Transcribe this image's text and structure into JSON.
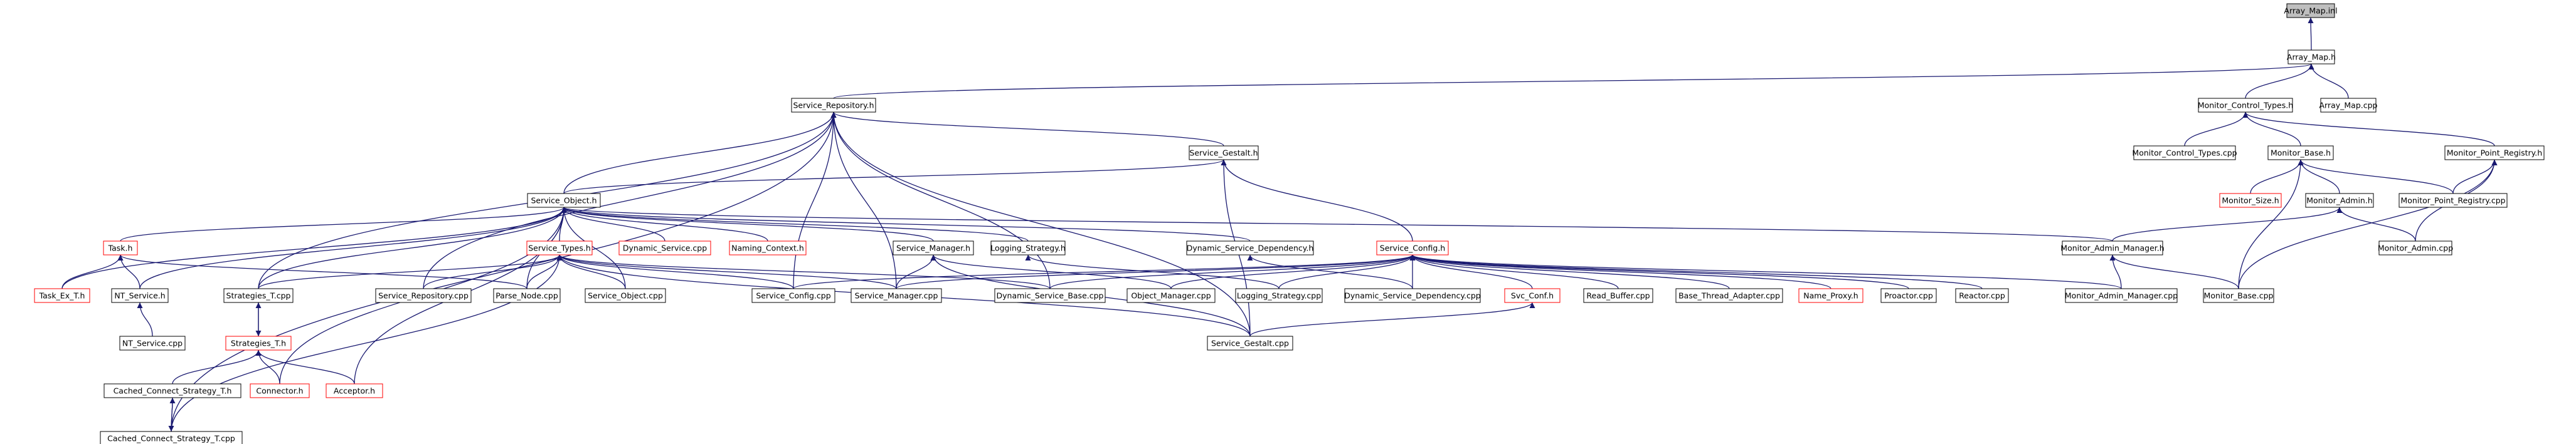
{
  "diagram": {
    "title": "Array_Map.inl",
    "colors": {
      "edge": "#191970",
      "border_normal": "#000000",
      "border_red": "#ff0000",
      "root_fill": "#bfbfbf",
      "node_fill": "#ffffff",
      "text": "#000000"
    },
    "nodes": [
      {
        "id": "n_array_map_inl",
        "label": "Array_Map.inl",
        "style": "root"
      },
      {
        "id": "n_array_map_h",
        "label": "Array_Map.h",
        "style": "normal"
      },
      {
        "id": "n_service_repository_h",
        "label": "Service_Repository.h",
        "style": "normal"
      },
      {
        "id": "n_monitor_control_types_h",
        "label": "Monitor_Control_Types.h",
        "style": "normal"
      },
      {
        "id": "n_array_map_cpp",
        "label": "Array_Map.cpp",
        "style": "normal"
      },
      {
        "id": "n_service_gestalt_h",
        "label": "Service_Gestalt.h",
        "style": "normal"
      },
      {
        "id": "n_monitor_control_types_cpp",
        "label": "Monitor_Control_Types.cpp",
        "style": "normal"
      },
      {
        "id": "n_monitor_base_h",
        "label": "Monitor_Base.h",
        "style": "normal"
      },
      {
        "id": "n_monitor_point_registry_h",
        "label": "Monitor_Point_Registry.h",
        "style": "normal"
      },
      {
        "id": "n_service_object_h",
        "label": "Service_Object.h",
        "style": "normal"
      },
      {
        "id": "n_monitor_size_h",
        "label": "Monitor_Size.h",
        "style": "red"
      },
      {
        "id": "n_monitor_admin_h",
        "label": "Monitor_Admin.h",
        "style": "normal"
      },
      {
        "id": "n_monitor_point_registry_cpp",
        "label": "Monitor_Point_Registry.cpp",
        "style": "normal"
      },
      {
        "id": "n_task_h",
        "label": "Task.h",
        "style": "red"
      },
      {
        "id": "n_service_types_h",
        "label": "Service_Types.h",
        "style": "red"
      },
      {
        "id": "n_dynamic_service_cpp",
        "label": "Dynamic_Service.cpp",
        "style": "red"
      },
      {
        "id": "n_naming_context_h",
        "label": "Naming_Context.h",
        "style": "red"
      },
      {
        "id": "n_service_manager_h",
        "label": "Service_Manager.h",
        "style": "normal"
      },
      {
        "id": "n_logging_strategy_h",
        "label": "Logging_Strategy.h",
        "style": "normal"
      },
      {
        "id": "n_dynamic_service_dependency_h",
        "label": "Dynamic_Service_Dependency.h",
        "style": "normal"
      },
      {
        "id": "n_service_config_h",
        "label": "Service_Config.h",
        "style": "red"
      },
      {
        "id": "n_monitor_admin_manager_h",
        "label": "Monitor_Admin_Manager.h",
        "style": "normal"
      },
      {
        "id": "n_monitor_admin_cpp",
        "label": "Monitor_Admin.cpp",
        "style": "normal"
      },
      {
        "id": "n_task_ex_t_h",
        "label": "Task_Ex_T.h",
        "style": "red"
      },
      {
        "id": "n_nt_service_h",
        "label": "NT_Service.h",
        "style": "normal"
      },
      {
        "id": "n_strategies_t_cpp",
        "label": "Strategies_T.cpp",
        "style": "normal"
      },
      {
        "id": "n_service_repository_cpp",
        "label": "Service_Repository.cpp",
        "style": "normal"
      },
      {
        "id": "n_parse_node_cpp",
        "label": "Parse_Node.cpp",
        "style": "normal"
      },
      {
        "id": "n_service_object_cpp",
        "label": "Service_Object.cpp",
        "style": "normal"
      },
      {
        "id": "n_service_config_cpp",
        "label": "Service_Config.cpp",
        "style": "normal"
      },
      {
        "id": "n_service_manager_cpp",
        "label": "Service_Manager.cpp",
        "style": "normal"
      },
      {
        "id": "n_dynamic_service_base_cpp",
        "label": "Dynamic_Service_Base.cpp",
        "style": "normal"
      },
      {
        "id": "n_object_manager_cpp",
        "label": "Object_Manager.cpp",
        "style": "normal"
      },
      {
        "id": "n_logging_strategy_cpp",
        "label": "Logging_Strategy.cpp",
        "style": "normal"
      },
      {
        "id": "n_dynamic_service_dependency_cpp",
        "label": "Dynamic_Service_Dependency.cpp",
        "style": "normal"
      },
      {
        "id": "n_svc_conf_h",
        "label": "Svc_Conf.h",
        "style": "red"
      },
      {
        "id": "n_read_buffer_cpp",
        "label": "Read_Buffer.cpp",
        "style": "normal"
      },
      {
        "id": "n_base_thread_adapter_cpp",
        "label": "Base_Thread_Adapter.cpp",
        "style": "normal"
      },
      {
        "id": "n_name_proxy_h",
        "label": "Name_Proxy.h",
        "style": "red"
      },
      {
        "id": "n_proactor_cpp",
        "label": "Proactor.cpp",
        "style": "normal"
      },
      {
        "id": "n_reactor_cpp",
        "label": "Reactor.cpp",
        "style": "normal"
      },
      {
        "id": "n_monitor_admin_manager_cpp",
        "label": "Monitor_Admin_Manager.cpp",
        "style": "normal"
      },
      {
        "id": "n_monitor_base_cpp",
        "label": "Monitor_Base.cpp",
        "style": "normal"
      },
      {
        "id": "n_nt_service_cpp",
        "label": "NT_Service.cpp",
        "style": "normal"
      },
      {
        "id": "n_strategies_t_h",
        "label": "Strategies_T.h",
        "style": "red"
      },
      {
        "id": "n_service_gestalt_cpp",
        "label": "Service_Gestalt.cpp",
        "style": "normal"
      },
      {
        "id": "n_cached_connect_strategy_t_h",
        "label": "Cached_Connect_Strategy_T.h",
        "style": "normal"
      },
      {
        "id": "n_connector_h",
        "label": "Connector.h",
        "style": "red"
      },
      {
        "id": "n_acceptor_h",
        "label": "Acceptor.h",
        "style": "red"
      },
      {
        "id": "n_cached_connect_strategy_t_cpp",
        "label": "Cached_Connect_Strategy_T.cpp",
        "style": "normal"
      }
    ],
    "edges": [
      [
        "n_array_map_h",
        "n_array_map_inl"
      ],
      [
        "n_service_repository_h",
        "n_array_map_h"
      ],
      [
        "n_monitor_control_types_h",
        "n_array_map_h"
      ],
      [
        "n_array_map_cpp",
        "n_array_map_h"
      ],
      [
        "n_service_gestalt_h",
        "n_service_repository_h"
      ],
      [
        "n_service_object_h",
        "n_service_repository_h"
      ],
      [
        "n_service_repository_cpp",
        "n_service_repository_h"
      ],
      [
        "n_service_config_cpp",
        "n_service_repository_h"
      ],
      [
        "n_service_manager_cpp",
        "n_service_repository_h"
      ],
      [
        "n_dynamic_service_base_cpp",
        "n_service_repository_h"
      ],
      [
        "n_service_gestalt_cpp",
        "n_service_repository_h"
      ],
      [
        "n_strategies_t_cpp",
        "n_service_repository_h"
      ],
      [
        "n_cached_connect_strategy_t_cpp",
        "n_service_repository_h"
      ],
      [
        "n_monitor_control_types_cpp",
        "n_monitor_control_types_h"
      ],
      [
        "n_monitor_base_h",
        "n_monitor_control_types_h"
      ],
      [
        "n_monitor_point_registry_h",
        "n_monitor_control_types_h"
      ],
      [
        "n_monitor_size_h",
        "n_monitor_base_h"
      ],
      [
        "n_monitor_admin_h",
        "n_monitor_base_h"
      ],
      [
        "n_monitor_point_registry_cpp",
        "n_monitor_base_h"
      ],
      [
        "n_monitor_base_cpp",
        "n_monitor_base_h"
      ],
      [
        "n_monitor_point_registry_cpp",
        "n_monitor_point_registry_h"
      ],
      [
        "n_monitor_admin_cpp",
        "n_monitor_point_registry_h"
      ],
      [
        "n_monitor_base_cpp",
        "n_monitor_point_registry_h"
      ],
      [
        "n_monitor_admin_manager_h",
        "n_monitor_admin_h"
      ],
      [
        "n_monitor_admin_cpp",
        "n_monitor_admin_h"
      ],
      [
        "n_monitor_admin_manager_cpp",
        "n_monitor_admin_manager_h"
      ],
      [
        "n_monitor_base_cpp",
        "n_monitor_admin_manager_h"
      ],
      [
        "n_service_object_h",
        "n_service_gestalt_h"
      ],
      [
        "n_service_config_h",
        "n_service_gestalt_h"
      ],
      [
        "n_service_gestalt_cpp",
        "n_service_gestalt_h"
      ],
      [
        "n_task_h",
        "n_service_object_h"
      ],
      [
        "n_service_types_h",
        "n_service_object_h"
      ],
      [
        "n_dynamic_service_cpp",
        "n_service_object_h"
      ],
      [
        "n_naming_context_h",
        "n_service_object_h"
      ],
      [
        "n_service_manager_h",
        "n_service_object_h"
      ],
      [
        "n_logging_strategy_h",
        "n_service_object_h"
      ],
      [
        "n_dynamic_service_dependency_h",
        "n_service_object_h"
      ],
      [
        "n_monitor_admin_manager_h",
        "n_service_object_h"
      ],
      [
        "n_task_ex_t_h",
        "n_service_object_h"
      ],
      [
        "n_nt_service_h",
        "n_service_object_h"
      ],
      [
        "n_strategies_t_cpp",
        "n_service_object_h"
      ],
      [
        "n_service_object_cpp",
        "n_service_object_h"
      ],
      [
        "n_parse_node_cpp",
        "n_service_object_h"
      ],
      [
        "n_connector_h",
        "n_service_object_h"
      ],
      [
        "n_acceptor_h",
        "n_service_object_h"
      ],
      [
        "n_task_ex_t_h",
        "n_task_h"
      ],
      [
        "n_nt_service_h",
        "n_task_h"
      ],
      [
        "n_parse_node_cpp",
        "n_task_h"
      ],
      [
        "n_nt_service_cpp",
        "n_nt_service_h"
      ],
      [
        "n_strategies_t_cpp",
        "n_service_types_h"
      ],
      [
        "n_service_repository_cpp",
        "n_service_types_h"
      ],
      [
        "n_parse_node_cpp",
        "n_service_types_h"
      ],
      [
        "n_service_object_cpp",
        "n_service_types_h"
      ],
      [
        "n_service_config_cpp",
        "n_service_types_h"
      ],
      [
        "n_service_manager_cpp",
        "n_service_types_h"
      ],
      [
        "n_dynamic_service_base_cpp",
        "n_service_types_h"
      ],
      [
        "n_service_gestalt_cpp",
        "n_service_types_h"
      ],
      [
        "n_cached_connect_strategy_t_cpp",
        "n_service_types_h"
      ],
      [
        "n_service_manager_cpp",
        "n_service_manager_h"
      ],
      [
        "n_object_manager_cpp",
        "n_service_manager_h"
      ],
      [
        "n_service_gestalt_cpp",
        "n_service_manager_h"
      ],
      [
        "n_logging_strategy_cpp",
        "n_logging_strategy_h"
      ],
      [
        "n_dynamic_service_dependency_cpp",
        "n_dynamic_service_dependency_h"
      ],
      [
        "n_service_config_cpp",
        "n_service_config_h"
      ],
      [
        "n_service_manager_cpp",
        "n_service_config_h"
      ],
      [
        "n_dynamic_service_base_cpp",
        "n_service_config_h"
      ],
      [
        "n_object_manager_cpp",
        "n_service_config_h"
      ],
      [
        "n_logging_strategy_cpp",
        "n_service_config_h"
      ],
      [
        "n_dynamic_service_dependency_cpp",
        "n_service_config_h"
      ],
      [
        "n_svc_conf_h",
        "n_service_config_h"
      ],
      [
        "n_read_buffer_cpp",
        "n_service_config_h"
      ],
      [
        "n_base_thread_adapter_cpp",
        "n_service_config_h"
      ],
      [
        "n_name_proxy_h",
        "n_service_config_h"
      ],
      [
        "n_proactor_cpp",
        "n_service_config_h"
      ],
      [
        "n_reactor_cpp",
        "n_service_config_h"
      ],
      [
        "n_monitor_admin_manager_cpp",
        "n_service_config_h"
      ],
      [
        "n_service_gestalt_cpp",
        "n_svc_conf_h"
      ],
      [
        "n_strategies_t_h",
        "n_strategies_t_cpp"
      ],
      [
        "n_strategies_t_cpp",
        "n_strategies_t_h"
      ],
      [
        "n_cached_connect_strategy_t_h",
        "n_strategies_t_h"
      ],
      [
        "n_connector_h",
        "n_strategies_t_h"
      ],
      [
        "n_acceptor_h",
        "n_strategies_t_h"
      ],
      [
        "n_cached_connect_strategy_t_cpp",
        "n_cached_connect_strategy_t_h"
      ],
      [
        "n_cached_connect_strategy_t_h",
        "n_cached_connect_strategy_t_cpp"
      ]
    ]
  }
}
